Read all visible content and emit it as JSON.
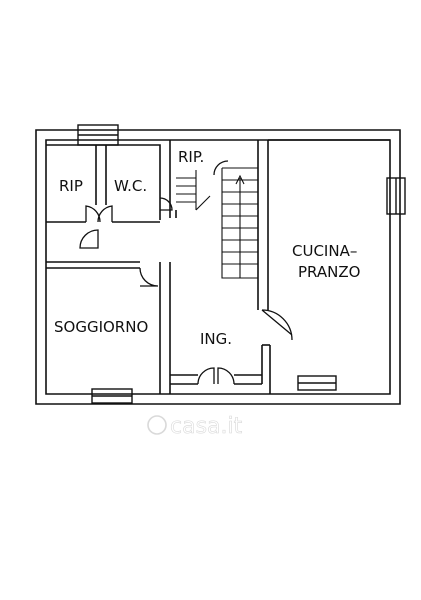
{
  "rooms": {
    "rip_left": "RIP",
    "wc": "W.C.",
    "rip_center": "RIP.",
    "cucina_line1": "CUCINA–",
    "cucina_line2": "PRANZO",
    "soggiorno": "SOGGIORNO",
    "ingresso": "ING."
  },
  "watermark": {
    "text": "casa.it"
  },
  "colors": {
    "line": "#111111",
    "background": "#ffffff"
  }
}
